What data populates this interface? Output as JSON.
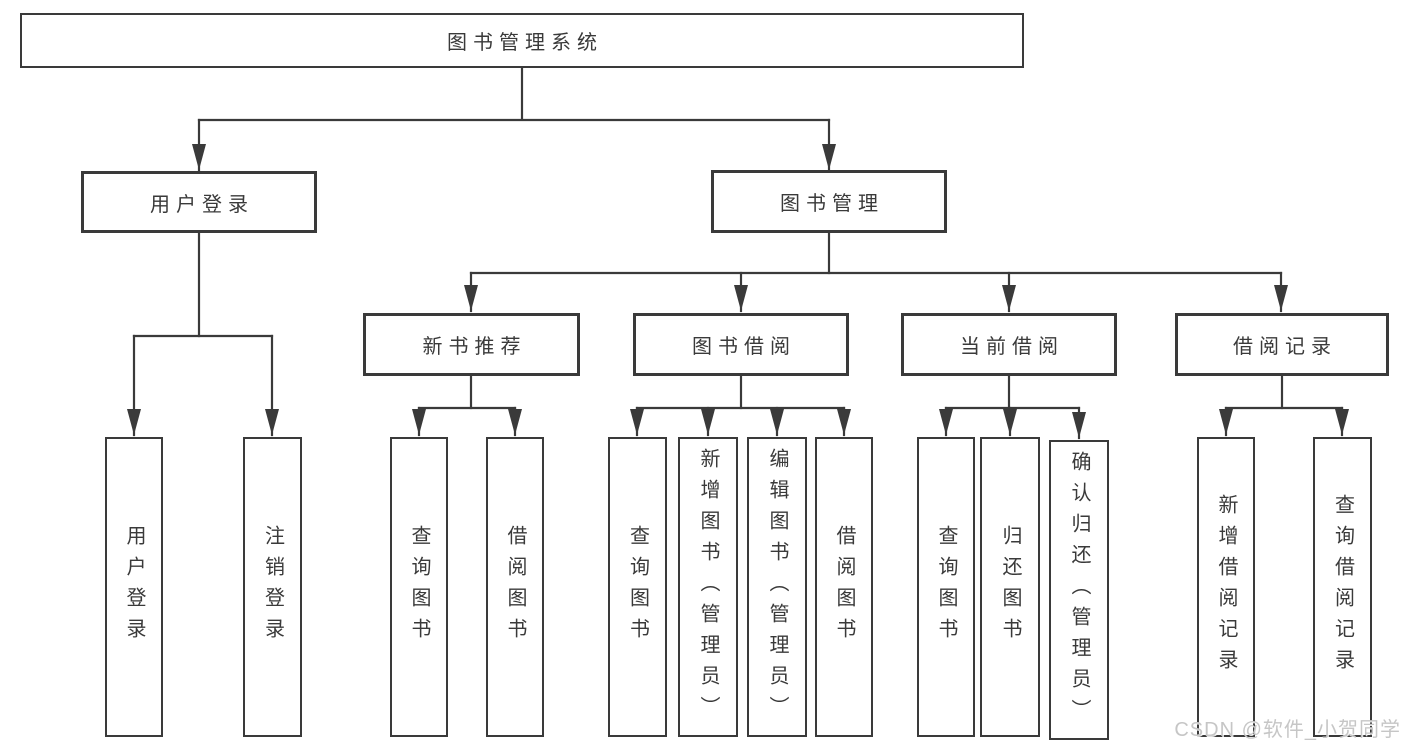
{
  "diagram": {
    "root": "图书管理系统",
    "level1": {
      "user_login": "用户登录",
      "book_management": "图书管理"
    },
    "level2": {
      "new_book_recommend": "新书推荐",
      "book_borrowing": "图书借阅",
      "current_borrowing": "当前借阅",
      "borrowing_records": "借阅记录"
    },
    "leaves": {
      "user_login": [
        "用户登录",
        "注销登录"
      ],
      "new_book_recommend": [
        "查询图书",
        "借阅图书"
      ],
      "book_borrowing": [
        "查询图书",
        "新增图书（管理员）",
        "编辑图书（管理员）",
        "借阅图书"
      ],
      "current_borrowing": [
        "查询图书",
        "归还图书",
        "确认归还（管理员）"
      ],
      "borrowing_records": [
        "新增借阅记录",
        "查询借阅记录"
      ]
    }
  },
  "watermark": "CSDN @软件_小贺同学",
  "colors": {
    "line": "#3a3a3a",
    "text": "#3a3a3a",
    "background": "#ffffff",
    "watermark": "#c6c6c6"
  }
}
